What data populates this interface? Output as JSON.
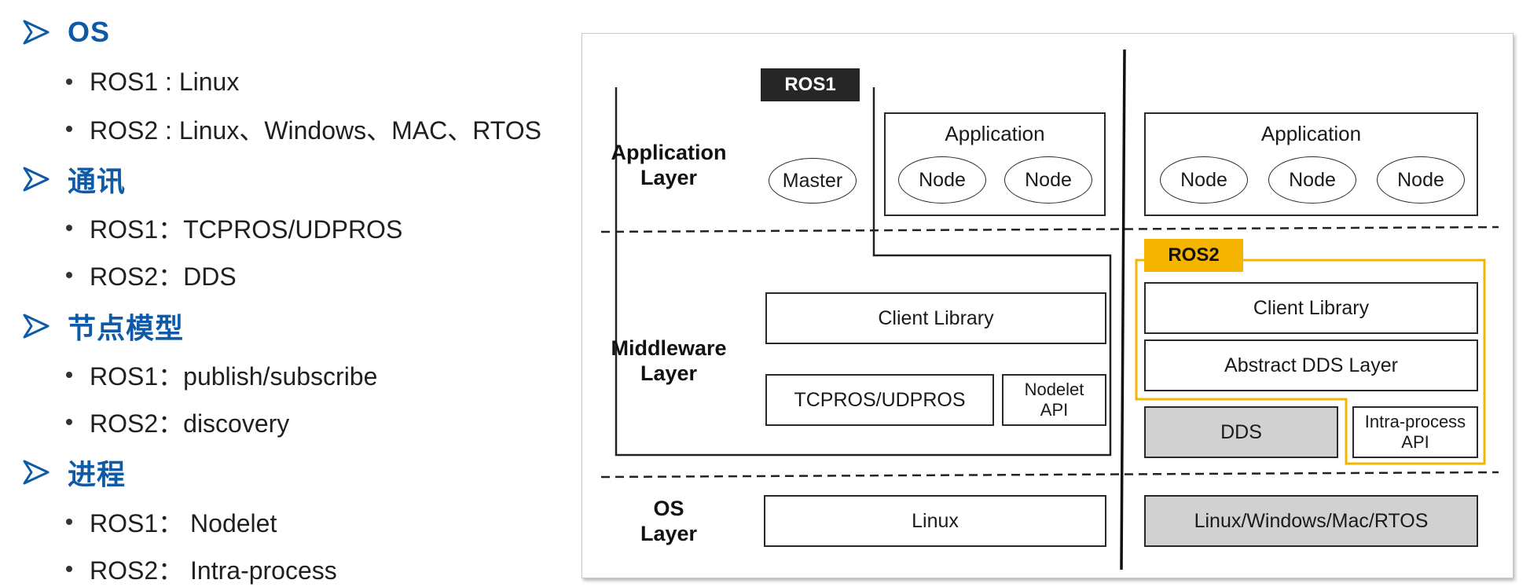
{
  "left": {
    "sections": [
      {
        "heading": "OS",
        "items": [
          "ROS1 : Linux",
          "ROS2 : Linux、Windows、MAC、RTOS"
        ]
      },
      {
        "heading": "通讯",
        "items": [
          "ROS1：TCPROS/UDPROS",
          "ROS2：DDS"
        ]
      },
      {
        "heading": "节点模型",
        "items": [
          "ROS1：publish/subscribe",
          "ROS2：discovery"
        ]
      },
      {
        "heading": "进程",
        "items": [
          "ROS1： Nodelet",
          "ROS2： Intra-process"
        ]
      }
    ]
  },
  "diagram": {
    "layers": {
      "application": [
        "Application",
        "Layer"
      ],
      "middleware": [
        "Middleware",
        "Layer"
      ],
      "os": [
        "OS",
        "Layer"
      ]
    },
    "ros1": {
      "tag": "ROS1",
      "master": "Master",
      "application_title": "Application",
      "nodes": [
        "Node",
        "Node"
      ],
      "client_library": "Client Library",
      "transport": "TCPROS/UDPROS",
      "nodelet_api": [
        "Nodelet",
        "API"
      ],
      "os": "Linux"
    },
    "ros2": {
      "tag": "ROS2",
      "application_title": "Application",
      "nodes": [
        "Node",
        "Node",
        "Node"
      ],
      "client_library": "Client Library",
      "abstract_dds": "Abstract DDS Layer",
      "dds": "DDS",
      "intra_process_api": [
        "Intra-process",
        "API"
      ],
      "os": "Linux/Windows/Mac/RTOS"
    },
    "colors": {
      "heading_blue": "#0e5aa7",
      "ros2_yellow": "#f5b400",
      "ros1_tag": "#262626",
      "gray_box": "#d1d1d1"
    }
  }
}
